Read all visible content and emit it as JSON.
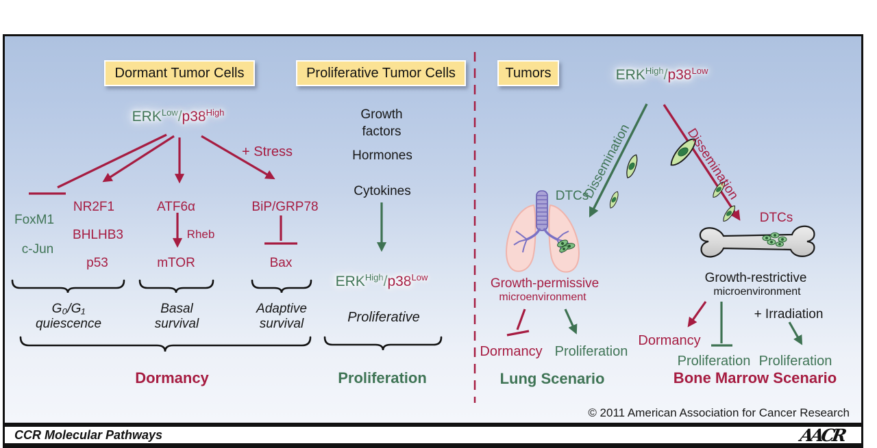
{
  "colors": {
    "crimson": "#a61c41",
    "green": "#3f7455",
    "box_yellow": "#fbe294",
    "bg_blue": "#b4c7e3"
  },
  "boxes": {
    "dormant": "Dormant Tumor Cells",
    "proliferative": "Proliferative Tumor Cells",
    "tumors": "Tumors"
  },
  "hubs": {
    "left": {
      "erk": "ERK",
      "erk_level": "Low",
      "slash": "/",
      "p38": "p38",
      "p38_level": "High"
    },
    "middle": {
      "erk": "ERK",
      "erk_level": "High",
      "slash": "/",
      "p38": "p38",
      "p38_level": "Low"
    },
    "right": {
      "erk": "ERK",
      "erk_level": "High",
      "slash": "/",
      "p38": "p38",
      "p38_level": "Low"
    }
  },
  "left_panel": {
    "stress": "+ Stress",
    "foxm1": "FoxM1",
    "cjun": "c-Jun",
    "nr2f1": "NR2F1",
    "bhlhb3": "BHLHB3",
    "p53": "p53",
    "atf6": "ATF6α",
    "rheb": "Rheb",
    "mtor": "mTOR",
    "bip": "BiP/GRP78",
    "bax": "Bax",
    "group1": {
      "line1": "G₀/G₁",
      "line2": "quiescence"
    },
    "group2": {
      "line1": "Basal",
      "line2": "survival"
    },
    "group3": {
      "line1": "Adaptive",
      "line2": "survival"
    },
    "dormancy": "Dormancy"
  },
  "middle_panel": {
    "growth_line1": "Growth",
    "growth_line2": "factors",
    "hormones": "Hormones",
    "cytokines": "Cytokines",
    "proliferative": "Proliferative",
    "proliferation": "Proliferation"
  },
  "right_panel": {
    "dissemination_left": "Dissemination",
    "dissemination_right": "Dissemination",
    "dtcs_lung": "DTCs",
    "dtcs_bone": "DTCs",
    "lung": {
      "micro_line1": "Growth-permissive",
      "micro_line2": "microenvironment",
      "dormancy": "Dormancy",
      "proliferation": "Proliferation",
      "scenario": "Lung Scenario"
    },
    "bone": {
      "micro_line1": "Growth-restrictive",
      "micro_line2": "microenvironment",
      "dormancy": "Dormancy",
      "proliferation_blocked": "Proliferation",
      "irradiation": "+ Irradiation",
      "proliferation_irradiated": "Proliferation",
      "scenario": "Bone Marrow Scenario"
    }
  },
  "footer": {
    "copyright": "© 2011 American Association for Cancer Research",
    "journal": "CCR Molecular Pathways",
    "logo": "AACR"
  }
}
